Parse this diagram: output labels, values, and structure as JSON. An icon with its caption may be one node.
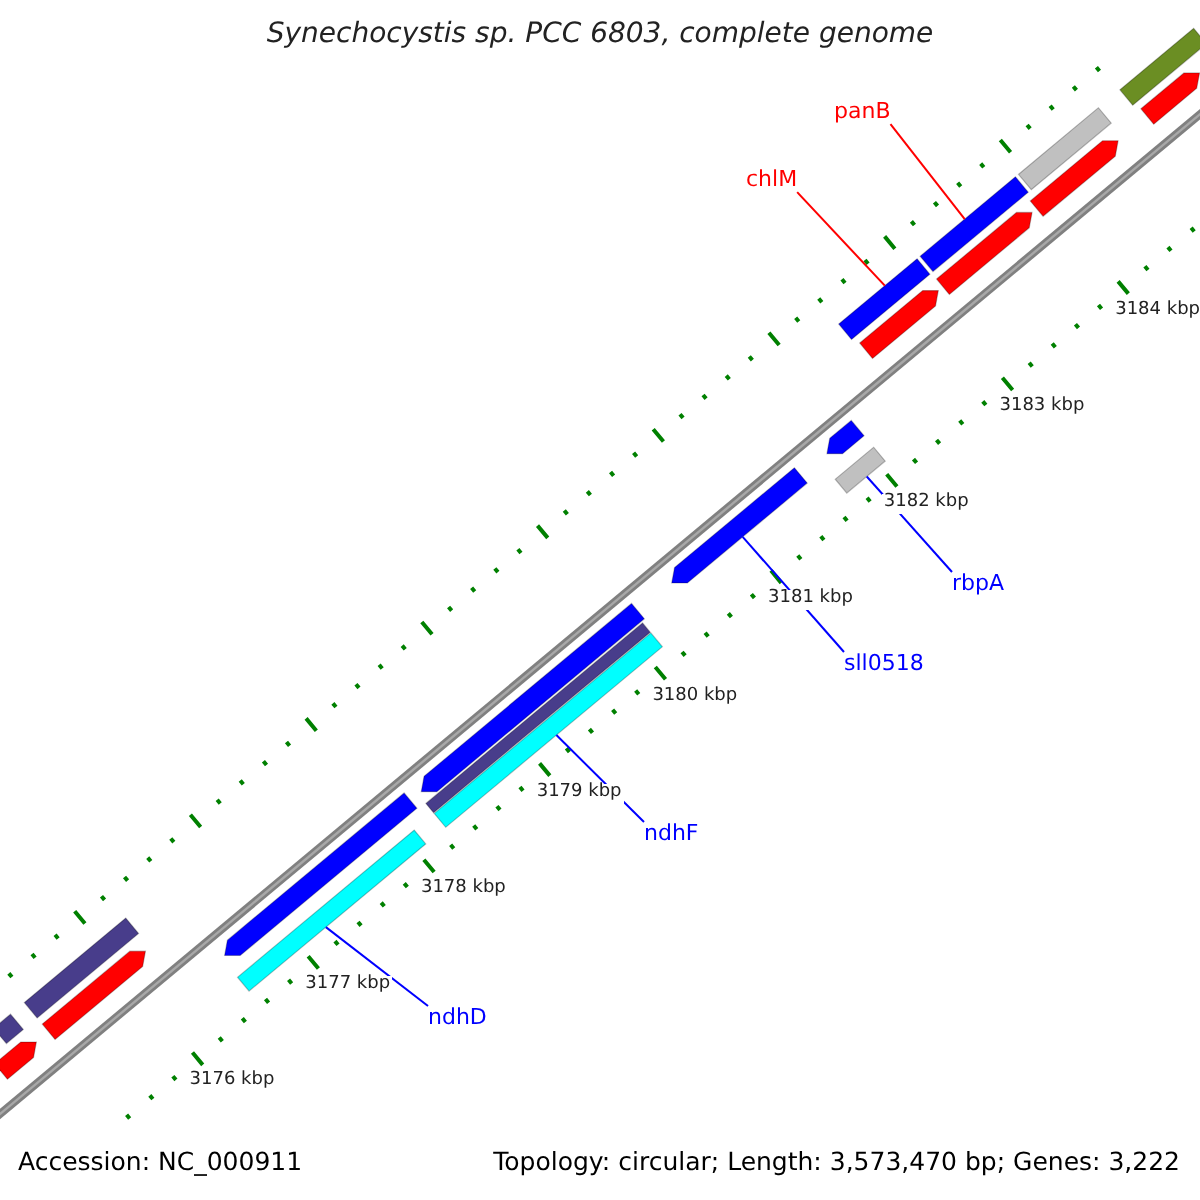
{
  "diagram": {
    "title": "Synechocystis sp. PCC 6803, complete genome",
    "nodes": [
      {
        "text": [
          "panB"
        ]
      },
      {
        "text": [
          "chlM"
        ]
      },
      {
        "text": [
          "rbpA"
        ]
      },
      {
        "text": [
          "sll0518"
        ]
      },
      {
        "text": [
          "ndhF"
        ]
      },
      {
        "text": [
          "ndhD"
        ]
      },
      {
        "text": [],
        "shape": "bar"
      },
      {
        "text": [],
        "shape": "arrow"
      },
      {
        "text": [],
        "shape": "bar"
      },
      {
        "text": [],
        "shape": "arrow"
      },
      {
        "text": [],
        "shape": "bar"
      },
      {
        "text": [],
        "shape": "arrow"
      },
      {
        "text": [],
        "shape": "bar"
      },
      {
        "text": [],
        "shape": "arrow"
      },
      {
        "text": [],
        "shape": "arrow"
      },
      {
        "text": [],
        "shape": "bar"
      },
      {
        "text": [],
        "shape": "arrow"
      },
      {
        "text": [],
        "shape": "arrow"
      },
      {
        "text": [],
        "shape": "bar"
      },
      {
        "text": [],
        "shape": "bar"
      },
      {
        "text": [],
        "shape": "arrow"
      },
      {
        "text": [],
        "shape": "bar"
      },
      {
        "text": [],
        "shape": "bar"
      },
      {
        "text": [],
        "shape": "arrow"
      },
      {
        "text": [],
        "shape": "bar"
      },
      {
        "text": [],
        "shape": "arrow"
      }
    ],
    "edges": [
      {
        "from": 0,
        "to": 10,
        "arrow": "none",
        "color": "#ff0000"
      },
      {
        "from": 1,
        "to": 12,
        "arrow": "none",
        "color": "#ff0000"
      },
      {
        "from": 2,
        "to": 15,
        "arrow": "none"
      },
      {
        "from": 3,
        "to": 16,
        "arrow": "none"
      },
      {
        "from": 4,
        "to": 19,
        "arrow": "none"
      },
      {
        "from": 5,
        "to": 21,
        "arrow": "none"
      }
    ],
    "labels": [
      "3184 kbp",
      "3183 kbp",
      "3182 kbp",
      "3181 kbp",
      "3180 kbp",
      "3179 kbp",
      "3178 kbp",
      "3177 kbp",
      "3176 kbp",
      "Accession: NC_000911",
      "Topology: circular; Length: 3,573,470 bp; Genes: 3,222"
    ]
  }
}
